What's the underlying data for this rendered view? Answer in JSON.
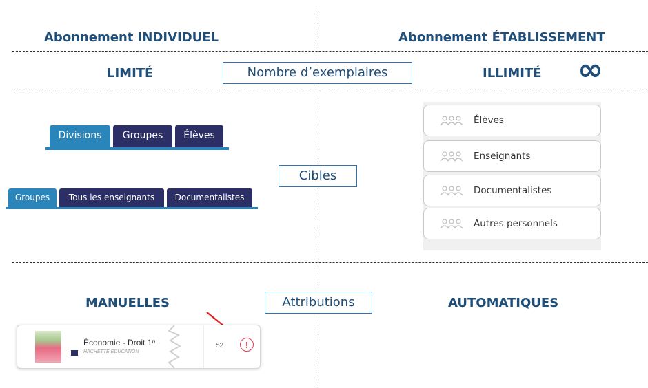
{
  "headings": {
    "individual": "Abonnement INDIVIDUEL",
    "etablissement": "Abonnement ÉTABLISSEMENT",
    "limite": "LIMITÉ",
    "illimite": "ILLIMITÉ",
    "infinity": "∞",
    "manuelles": "MANUELLES",
    "automatiques": "AUTOMATIQUES"
  },
  "center_labels": {
    "exemplaires": "Nombre d’exemplaires",
    "cibles": "Cibles",
    "attributions": "Attributions"
  },
  "tabs_row1": [
    {
      "label": "Divisions",
      "active": true
    },
    {
      "label": "Groupes",
      "active": false
    },
    {
      "label": "Élèves",
      "active": false
    }
  ],
  "tabs_row2": [
    {
      "label": "Groupes",
      "active": true
    },
    {
      "label": "Tous les enseignants",
      "active": false
    },
    {
      "label": "Documentalistes",
      "active": false
    }
  ],
  "target_list": [
    {
      "label": "Élèves",
      "icon": "people-icon"
    },
    {
      "label": "Enseignants",
      "icon": "people-icon"
    },
    {
      "label": "Documentalistes",
      "icon": "people-icon"
    },
    {
      "label": "Autres personnels",
      "icon": "people-icon"
    }
  ],
  "book_card": {
    "title": "Économie - Droit 1ʳᵉ",
    "publisher": "HACHETTE EDUCATION",
    "count": "52",
    "alert_symbol": "!"
  },
  "colors": {
    "heading": "#1f4e79",
    "box_border": "#2e75b6",
    "tab_active": "#2a86ba",
    "tab_inactive": "#2b2f66",
    "arrow": "#e02020",
    "alert": "#e04050"
  }
}
